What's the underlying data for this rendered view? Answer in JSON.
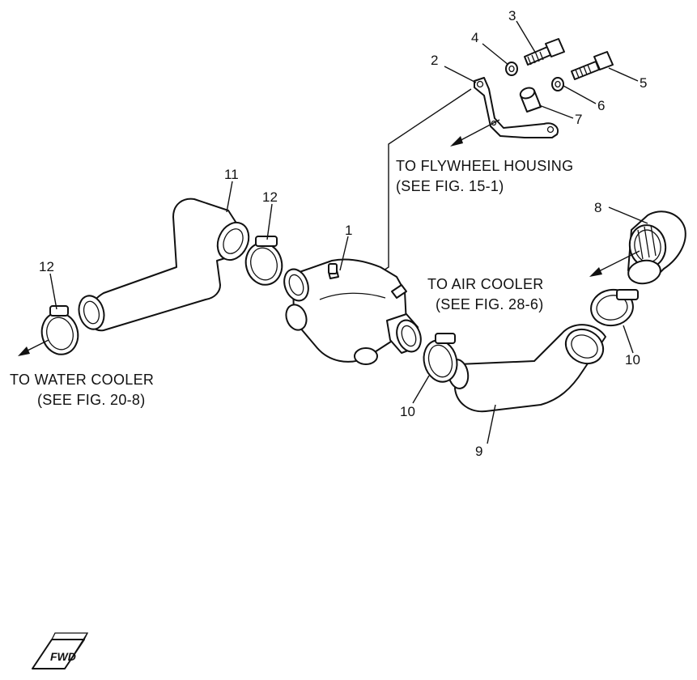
{
  "part_numbers": {
    "p1": "1",
    "p2": "2",
    "p3": "3",
    "p4": "4",
    "p5": "5",
    "p6": "6",
    "p7": "7",
    "p8": "8",
    "p9": "9",
    "p10a": "10",
    "p10b": "10",
    "p11": "11",
    "p12a": "12",
    "p12b": "12"
  },
  "notes": {
    "flywheel_line1": "TO FLYWHEEL HOUSING",
    "flywheel_line2": "(SEE FIG. 15-1)",
    "air_cooler_line1": "TO AIR COOLER",
    "air_cooler_line2": "(SEE FIG. 28-6)",
    "water_cooler_line1": "TO WATER COOLER",
    "water_cooler_line2": "(SEE FIG. 20-8)"
  },
  "fwd_badge": "FWD",
  "colors": {
    "ink": "#111111",
    "background": "#ffffff"
  }
}
